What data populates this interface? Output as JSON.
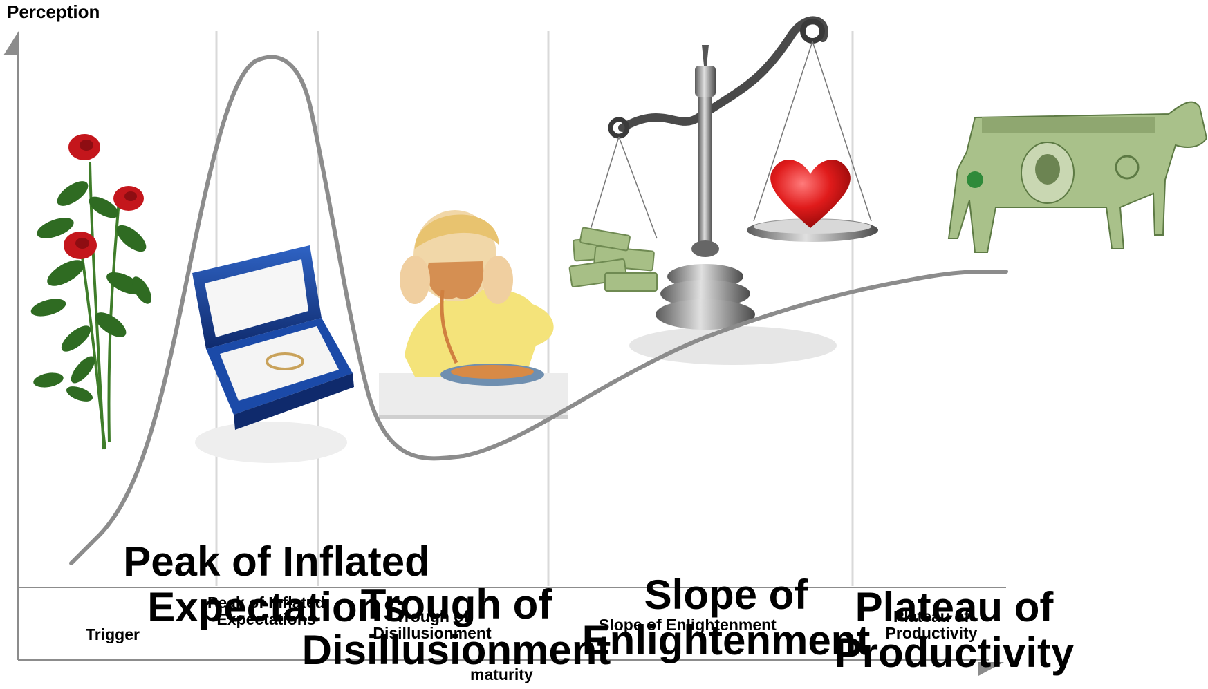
{
  "axis": {
    "y_label": "Perception",
    "x_label": "maturity"
  },
  "phases_small": {
    "trigger": "Trigger",
    "peak": "Peak of Inflated Expectations",
    "trough": "Trough of Disillusionment",
    "slope": "Slope of Enlightenment",
    "plateau": "Plateau of Productivity"
  },
  "phases_big": {
    "peak": "Peak of Inflated Expectations",
    "trough": "Trough of Disillusionment",
    "slope": "Slope of Enlightenment",
    "plateau": "Plateau of Productivity"
  },
  "illustrations": [
    "roses",
    "ring-box",
    "child-eating-spaghetti",
    "scale-money-vs-heart",
    "dollar-cow"
  ],
  "colors": {
    "curve": "#8c8c8c",
    "axis": "#8c8c8c",
    "divider": "#d9d9d9",
    "rose": "#c4161c",
    "ring_box": "#1a3f8f",
    "heart": "#d8161e",
    "money": "#9bb57a"
  }
}
